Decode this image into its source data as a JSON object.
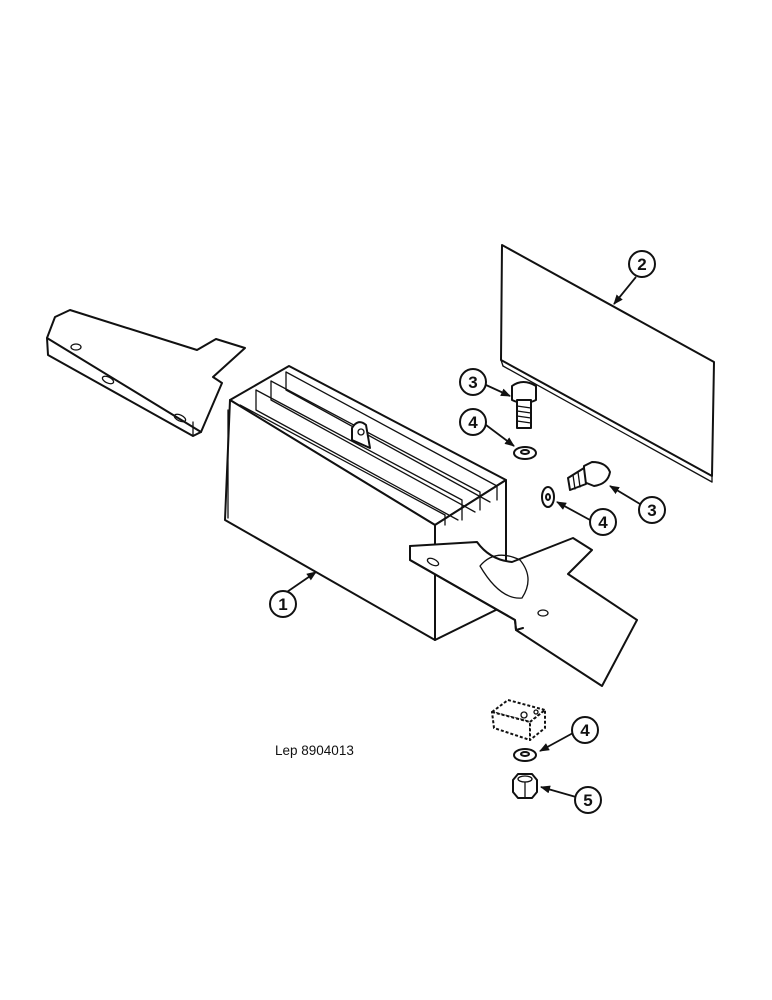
{
  "diagram": {
    "reference_label": "Lep 8904013",
    "callouts": [
      {
        "id": "c1",
        "number": "1"
      },
      {
        "id": "c2",
        "number": "2"
      },
      {
        "id": "c3a",
        "number": "3"
      },
      {
        "id": "c3b",
        "number": "3"
      },
      {
        "id": "c4a",
        "number": "4"
      },
      {
        "id": "c4b",
        "number": "4"
      },
      {
        "id": "c4c",
        "number": "4"
      },
      {
        "id": "c5",
        "number": "5"
      }
    ]
  }
}
